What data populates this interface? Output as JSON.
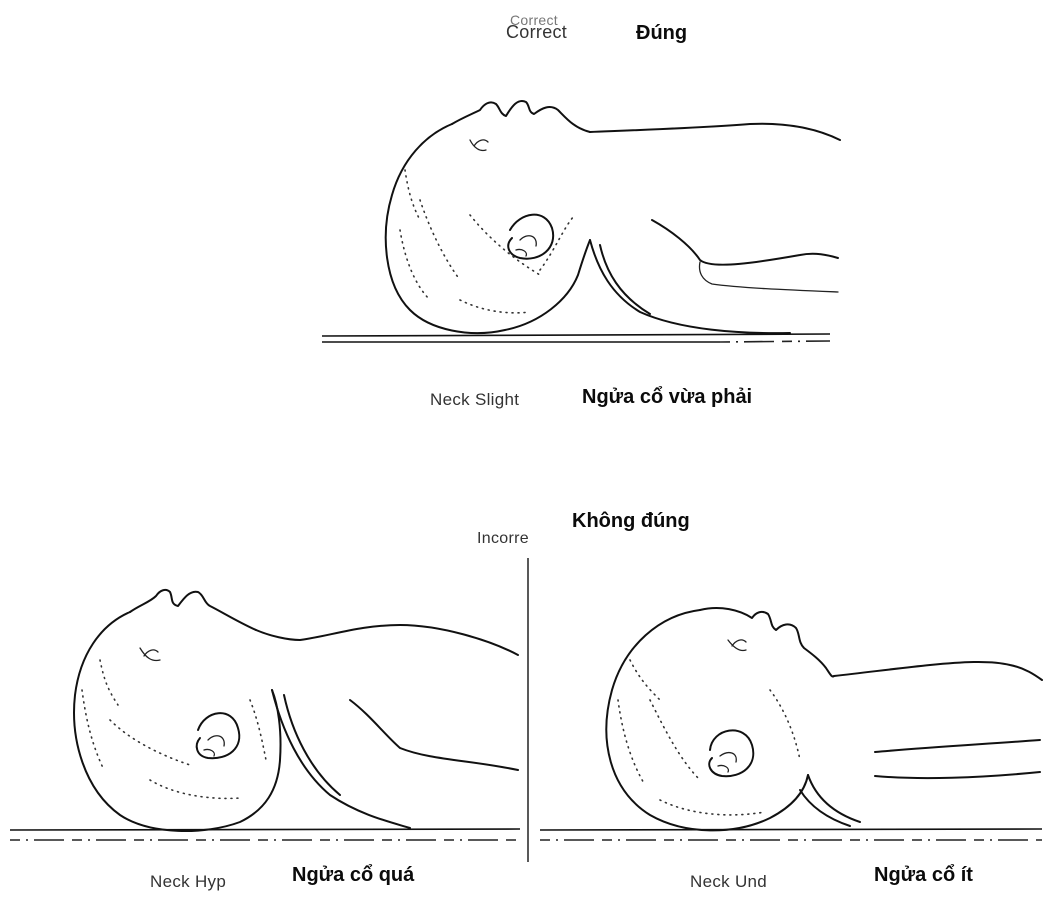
{
  "top": {
    "label_en_ghost": "Correct",
    "label_en": "Correct",
    "label_vi": "Đúng",
    "caption_en": "Neck Slight",
    "caption_vi": "Ngửa cổ vừa phải"
  },
  "bottom": {
    "label_en": "Incorre",
    "label_vi": "Không đúng",
    "left": {
      "caption_en": "Neck Hyp",
      "caption_vi": "Ngửa cổ quá"
    },
    "right": {
      "caption_en": "Neck Und",
      "caption_vi": "Ngửa cổ ít"
    }
  }
}
